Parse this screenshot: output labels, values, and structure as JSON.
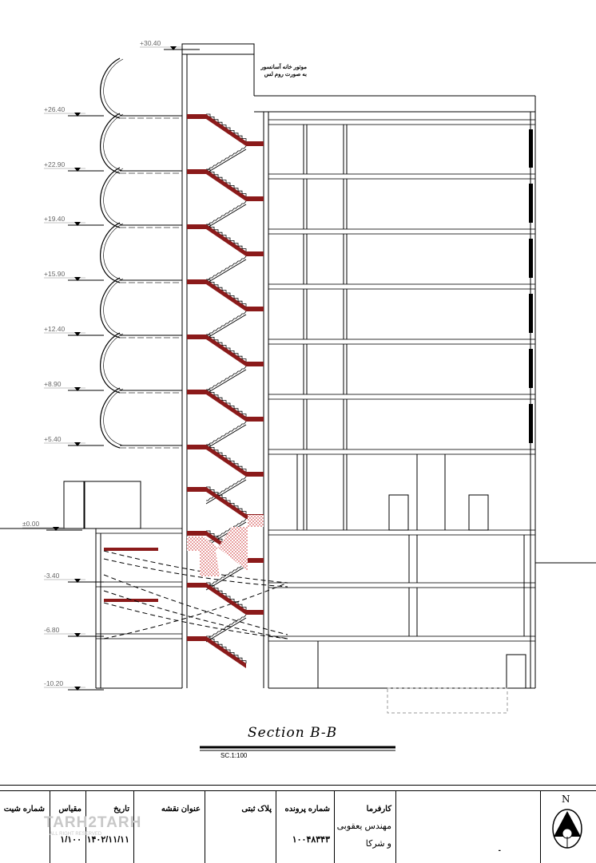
{
  "levels": [
    {
      "label": "+30.40",
      "ref": "roof"
    },
    {
      "label": "+26.40"
    },
    {
      "label": "+22.90"
    },
    {
      "label": "+19.40"
    },
    {
      "label": "+15.90"
    },
    {
      "label": "+12.40"
    },
    {
      "label": "+8.90"
    },
    {
      "label": "+5.40"
    },
    {
      "label": "±0.00"
    },
    {
      "label": "-3.40"
    },
    {
      "label": "-6.80"
    },
    {
      "label": "-10.20"
    }
  ],
  "note": {
    "line1": "موتور خانه آسانسور",
    "line2": "به صورت روم لس"
  },
  "title": "Section B-B",
  "scale": "SC.1:100",
  "title_block": {
    "sheet_no_label": "شماره شیت",
    "scale_label": "مقیاس",
    "scale_value": "۱/۱۰۰",
    "date_label": "تاریخ",
    "date_value": "۱۴۰۲/۱۱/۱۱",
    "drawing_title_label": "عنوان نقشه",
    "plate_label": "پلاک ثبتی",
    "file_no_label": "شماره پرونده",
    "file_no_value": "۱۰۰۴۸۳۴۳",
    "client_label": "کارفرما",
    "client_value_1": "مهندس یعقوبی",
    "client_value_2": "و شرکا",
    "blank_value": "-",
    "north": "N"
  },
  "watermark": {
    "name": "TARH2TARH",
    "sub": "ALL RIGHT RESERVED"
  },
  "colors": {
    "stair": "#8b1a1a",
    "hatch": "#e8a0a0",
    "line": "#000000"
  }
}
